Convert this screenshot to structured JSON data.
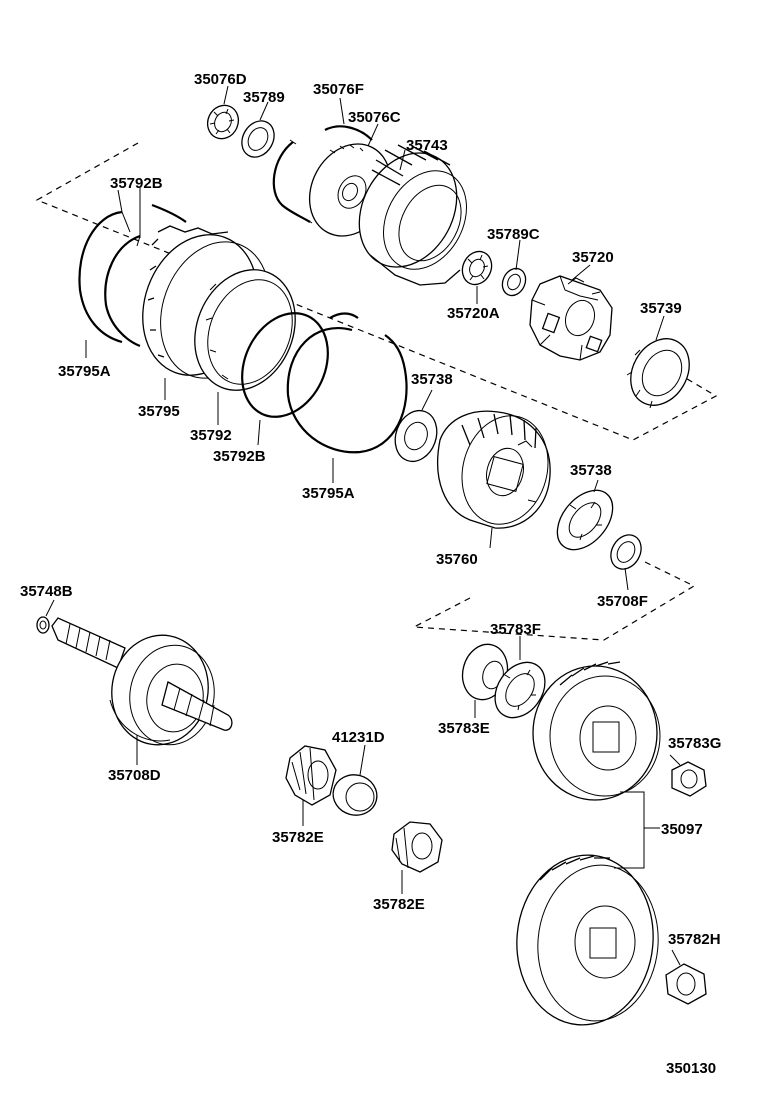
{
  "labels": {
    "p35076D": "35076D",
    "p35789": "35789",
    "p35076F": "35076F",
    "p35076C": "35076C",
    "p35743": "35743",
    "p35792B_top": "35792B",
    "p35789C": "35789C",
    "p35720": "35720",
    "p35720A": "35720A",
    "p35739": "35739",
    "p35795A_left": "35795A",
    "p35795": "35795",
    "p35792": "35792",
    "p35792B_bottom": "35792B",
    "p35795A_right": "35795A",
    "p35738_top": "35738",
    "p35738_right": "35738",
    "p35760": "35760",
    "p35708F": "35708F",
    "p35748B": "35748B",
    "p35783F": "35783F",
    "p35783E": "35783E",
    "p35708D": "35708D",
    "p41231D": "41231D",
    "p35782E_left": "35782E",
    "p35782E_bottom": "35782E",
    "p35783G": "35783G",
    "p35097": "35097",
    "p35782H": "35782H",
    "figure_code": "350130"
  }
}
